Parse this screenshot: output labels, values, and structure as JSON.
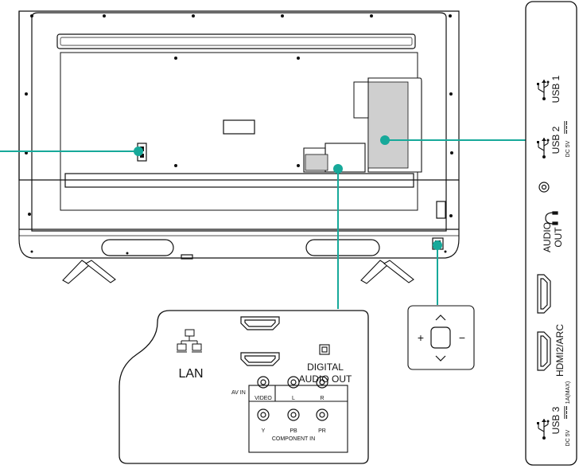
{
  "left_panel": {
    "lan_label": "LAN",
    "digital_audio_out_line1": "DIGITAL",
    "digital_audio_out_line2": "AUDIO OUT",
    "av_in_label": "AV IN",
    "video_label": "VIDEO",
    "l_label": "L",
    "r_label": "R",
    "y_label": "Y",
    "pb_label": "PB",
    "pr_label": "PR",
    "component_in_label": "COMPONENT IN"
  },
  "control_panel": {
    "plus_label": "+",
    "minus_label": "−",
    "up_icon": "chevron-up-icon",
    "down_icon": "chevron-down-icon"
  },
  "side_panel": {
    "usb1_label": "USB 1",
    "usb2_label": "USB 2",
    "usb2_power": "DC 5V",
    "audio_out_line1": "AUDIO",
    "audio_out_line2": "OUT",
    "hdmi2_label": "HDMI2/ARC",
    "usb3_label": "USB 3",
    "usb3_power_left": "DC 5V",
    "usb3_power_right": "1A(MAX)"
  },
  "colors": {
    "callout": "#17a99a",
    "line": "#111111",
    "port_fill": "#d4d4d4"
  }
}
